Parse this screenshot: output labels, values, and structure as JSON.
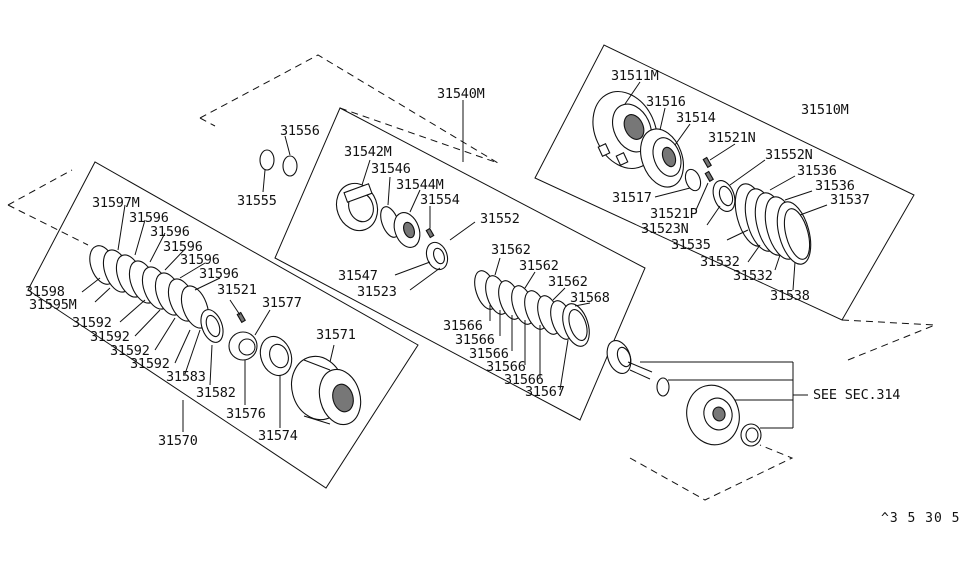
{
  "diagram": {
    "labels": {
      "p31511M": "31511M",
      "p31516": "31516",
      "p31514": "31514",
      "p31510M": "31510M",
      "p31521N": "31521N",
      "p31552N": "31552N",
      "p31536a": "31536",
      "p31536b": "31536",
      "p31537": "31537",
      "p31517": "31517",
      "p31521P": "31521P",
      "p31523N": "31523N",
      "p31535": "31535",
      "p31532a": "31532",
      "p31532b": "31532",
      "p31538": "31538",
      "p31540M": "31540M",
      "p31556": "31556",
      "p31555": "31555",
      "p31542M": "31542M",
      "p31546": "31546",
      "p31544M": "31544M",
      "p31554": "31554",
      "p31552": "31552",
      "p31547": "31547",
      "p31523": "31523",
      "p31562a": "31562",
      "p31562b": "31562",
      "p31562c": "31562",
      "p31568": "31568",
      "p31566a": "31566",
      "p31566b": "31566",
      "p31566c": "31566",
      "p31566d": "31566",
      "p31566e": "31566",
      "p31567": "31567",
      "p31597M": "31597M",
      "p31596a": "31596",
      "p31596b": "31596",
      "p31596c": "31596",
      "p31596d": "31596",
      "p31596e": "31596",
      "p31598": "31598",
      "p31595M": "31595M",
      "p31521": "31521",
      "p31577": "31577",
      "p31571": "31571",
      "p31592a": "31592",
      "p31592b": "31592",
      "p31592c": "31592",
      "p31592d": "31592",
      "p31583": "31583",
      "p31582": "31582",
      "p31576": "31576",
      "p31574": "31574",
      "p31570": "31570",
      "seeSec": "SEE SEC.314"
    },
    "reference_code": "^3 5 30 5"
  }
}
